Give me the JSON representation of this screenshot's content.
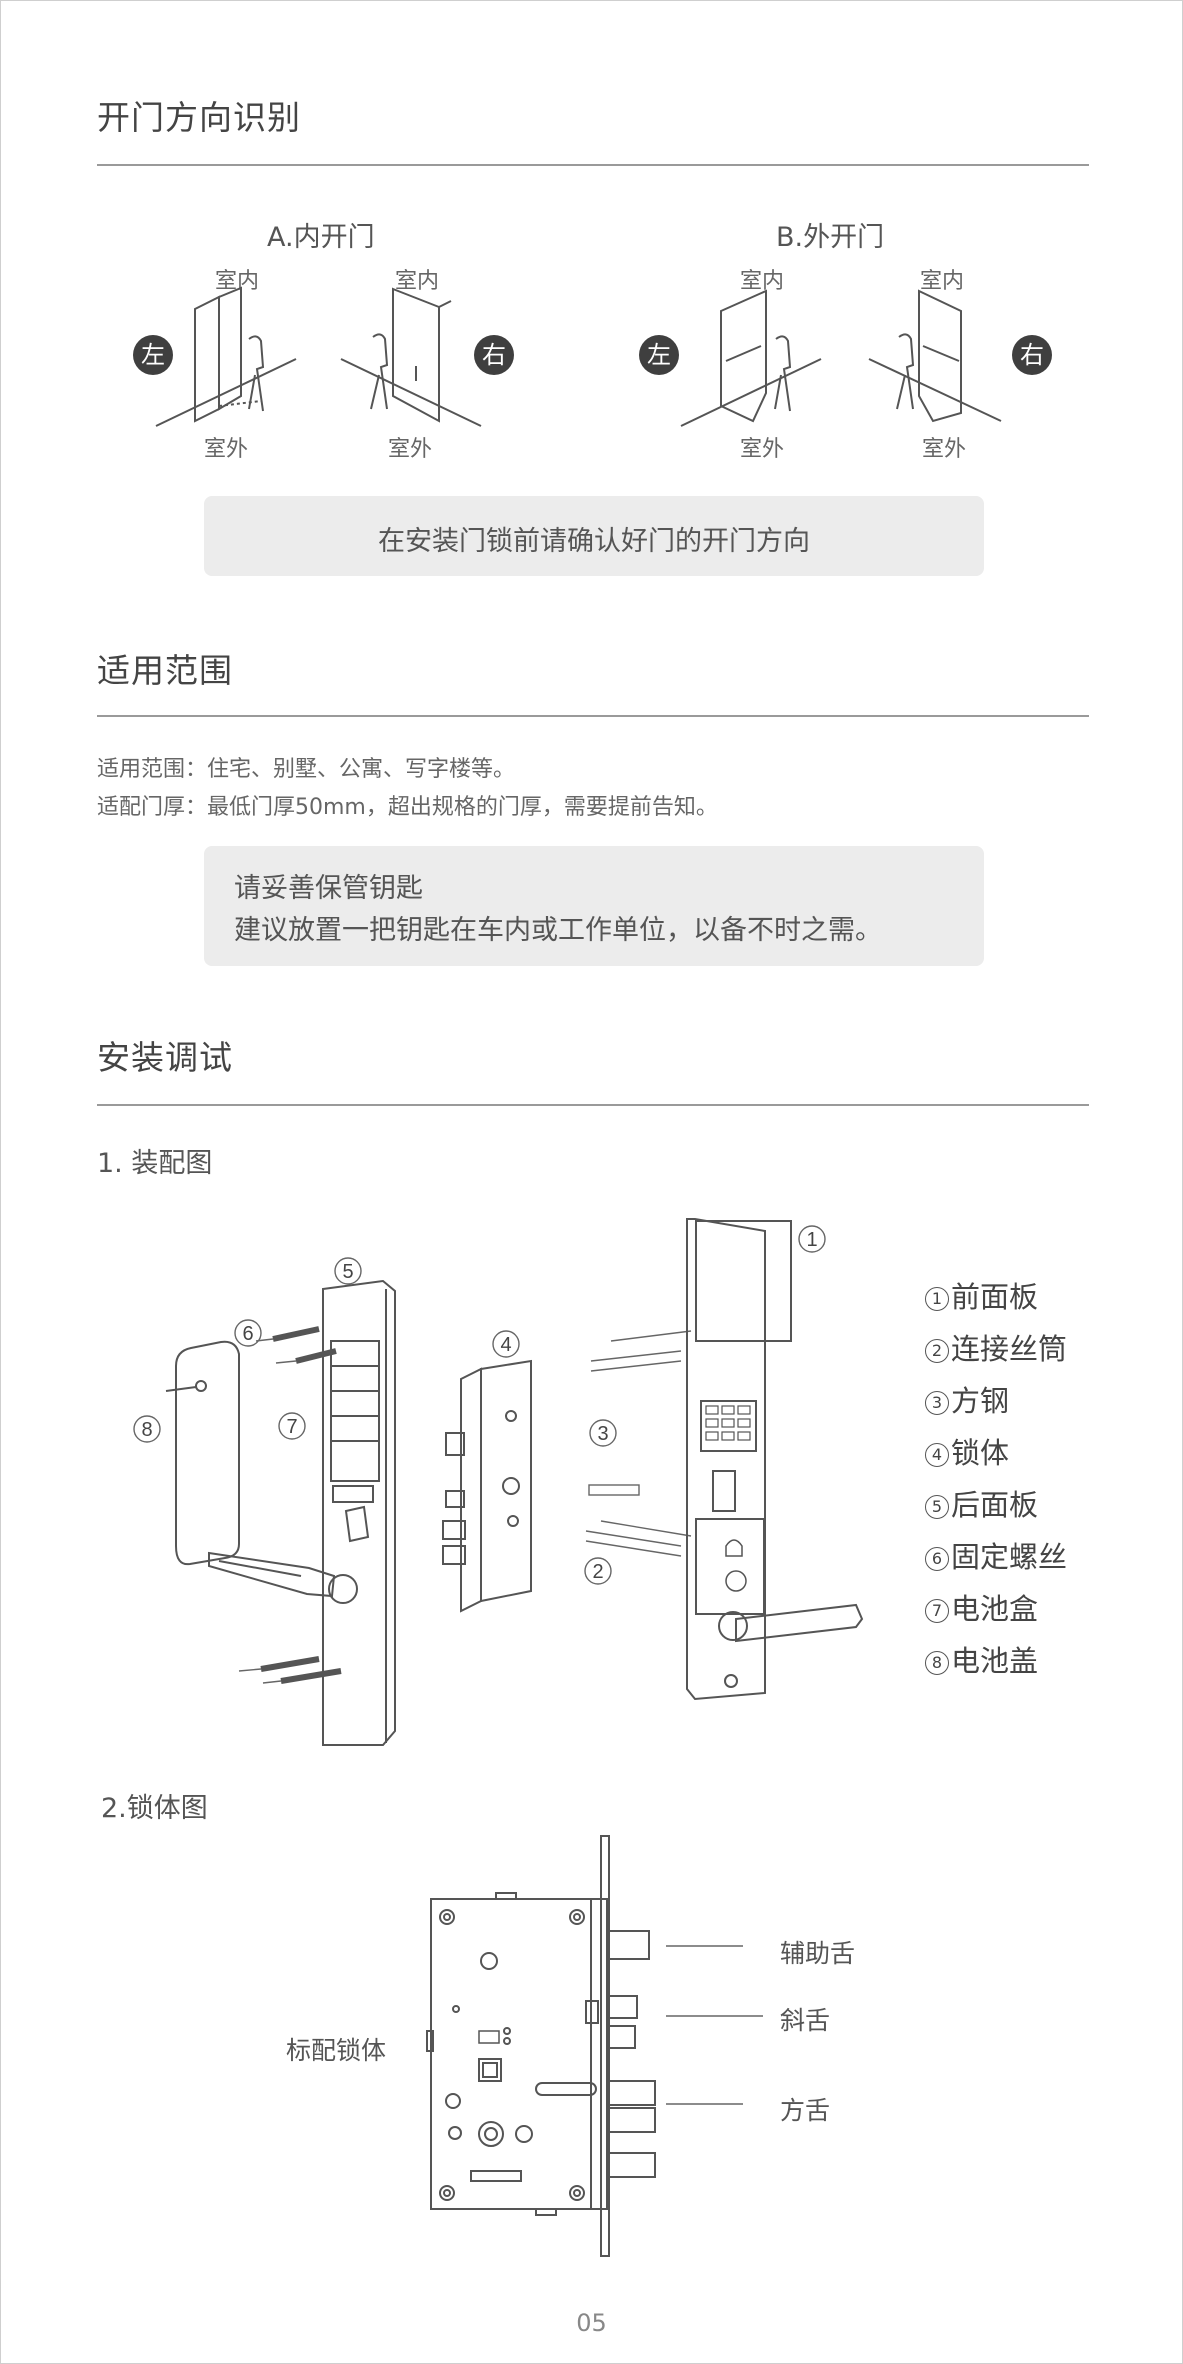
{
  "section1": {
    "title": "开门方向识别",
    "groupA": {
      "label": "A.内开门"
    },
    "groupB": {
      "label": "B.外开门"
    },
    "indoor": "室内",
    "outdoor": "室外",
    "left": "左",
    "right": "右",
    "note": "在安装门锁前请确认好门的开门方向"
  },
  "section2": {
    "title": "适用范围",
    "line1": "适用范围：住宅、别墅、公寓、写字楼等。",
    "line2": "适配门厚：最低门厚50mm，超出规格的门厚，需要提前告知。",
    "note_line1": "请妥善保管钥匙",
    "note_line2": "建议放置一把钥匙在车内或工作单位，以备不时之需。"
  },
  "section3": {
    "title": "安装调试",
    "sub1": "1. 装配图",
    "sub2": "2.锁体图",
    "parts": [
      {
        "num": "1",
        "label": "前面板"
      },
      {
        "num": "2",
        "label": "连接丝筒"
      },
      {
        "num": "3",
        "label": "方钢"
      },
      {
        "num": "4",
        "label": "锁体"
      },
      {
        "num": "5",
        "label": "后面板"
      },
      {
        "num": "6",
        "label": "固定螺丝"
      },
      {
        "num": "7",
        "label": "电池盒"
      },
      {
        "num": "8",
        "label": "电池盖"
      }
    ],
    "diagram_numbers": [
      "1",
      "2",
      "3",
      "4",
      "5",
      "6",
      "7",
      "8"
    ],
    "lockbody_label": "标配锁体",
    "aux_latch": "辅助舌",
    "latch": "斜舌",
    "deadbolt": "方舌"
  },
  "page_number": "05"
}
